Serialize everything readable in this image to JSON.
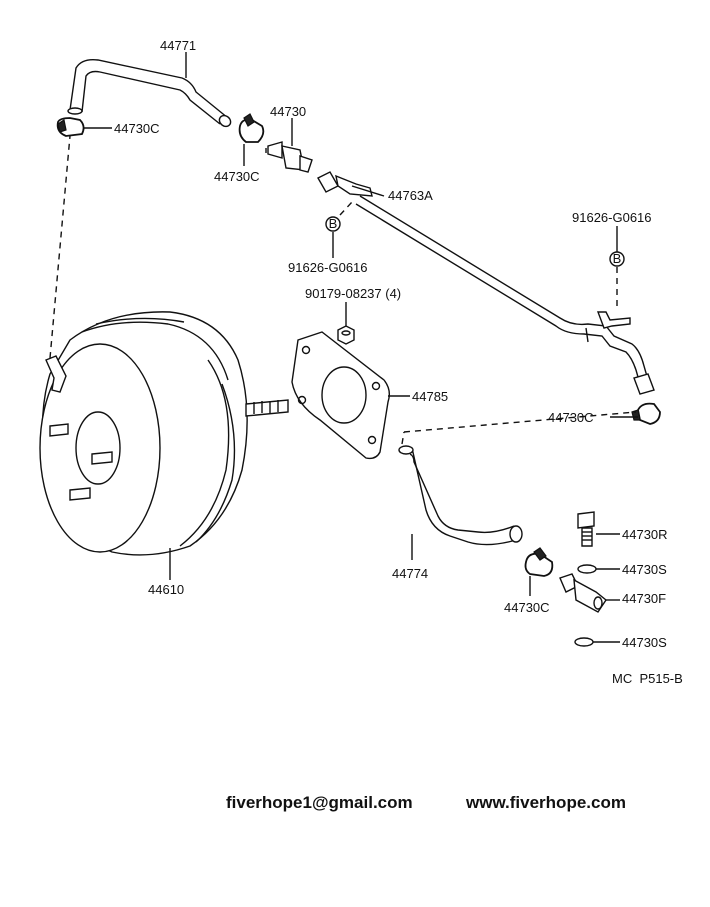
{
  "parts": {
    "hose_upper": "44771",
    "clamp_upper_left": "44730C",
    "clamp_upper_mid": "44730C",
    "check_valve": "44730",
    "pipe": "44763A",
    "bolt_right": "91626-G0616",
    "bolt_left": "91626-G0616",
    "nut": "90179-08237 (4)",
    "gasket": "44785",
    "clamp_right": "44730C",
    "booster": "44610",
    "hose_lower": "44774",
    "clamp_lower": "44730C",
    "union_bolt": "44730R",
    "washer_upper": "44730S",
    "fitting": "44730F",
    "washer_lower": "44730S"
  },
  "bolt_marker": "B",
  "diagram_code": "MC  P515-B",
  "footer": {
    "email": "fiverhope1@gmail.com",
    "website": "www.fiverhope.com"
  }
}
